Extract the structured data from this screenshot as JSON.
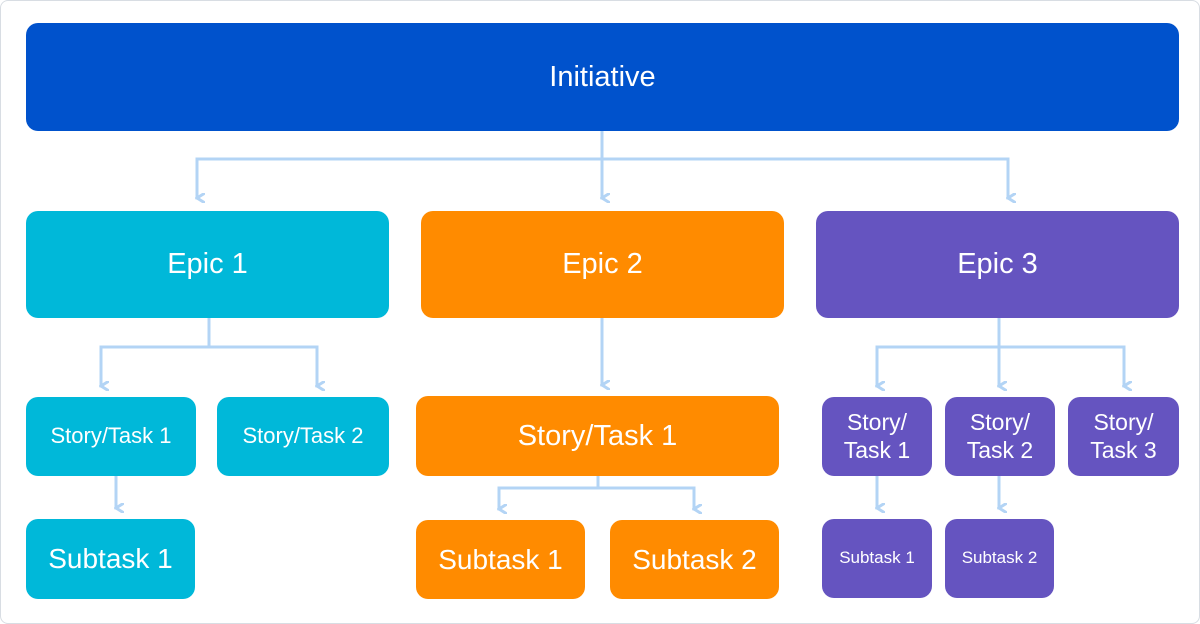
{
  "diagram": {
    "initiative": {
      "label": "Initiative"
    },
    "epics": [
      {
        "label": "Epic 1",
        "color": "#00b8d9"
      },
      {
        "label": "Epic 2",
        "color": "#ff8b00"
      },
      {
        "label": "Epic 3",
        "color": "#6554c0"
      }
    ],
    "epic1": {
      "stories": [
        {
          "label": "Story/Task 1"
        },
        {
          "label": "Story/Task 2"
        }
      ],
      "subtasks": [
        {
          "label": "Subtask 1"
        }
      ]
    },
    "epic2": {
      "stories": [
        {
          "label": "Story/Task 1"
        }
      ],
      "subtasks": [
        {
          "label": "Subtask 1"
        },
        {
          "label": "Subtask 2"
        }
      ]
    },
    "epic3": {
      "stories": [
        {
          "line1": "Story/",
          "line2": "Task 1"
        },
        {
          "line1": "Story/",
          "line2": "Task 2"
        },
        {
          "line1": "Story/",
          "line2": "Task 3"
        }
      ],
      "subtasks": [
        {
          "label": "Subtask 1"
        },
        {
          "label": "Subtask 2"
        }
      ]
    },
    "colors": {
      "initiative": "#0052cc",
      "connector": "#b3d4f5"
    }
  }
}
